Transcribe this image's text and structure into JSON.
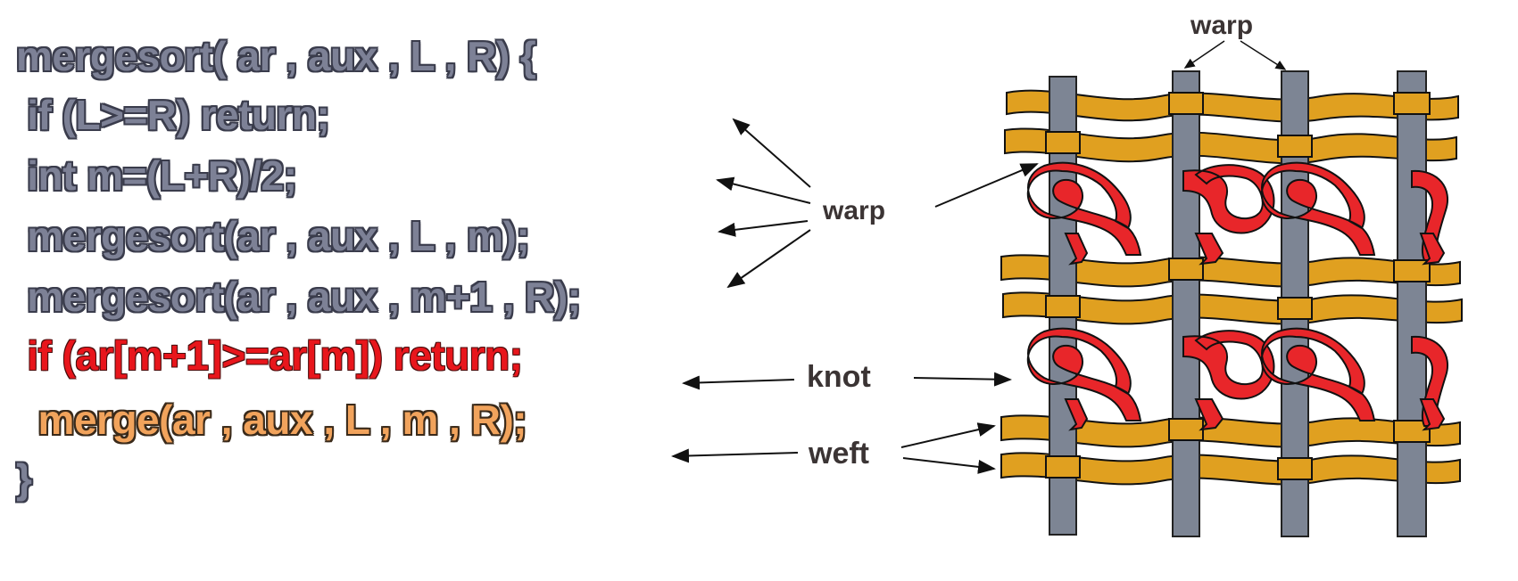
{
  "code": {
    "lines": [
      "mergesort( ar , aux , L , R) {",
      " if (L>=R) return;",
      " int m=(L+R)/2;",
      " mergesort(ar , aux , L , m);",
      " mergesort(ar , aux , m+1 , R);",
      " if (ar[m+1]>=ar[m]) return;",
      "  merge(ar , aux , L , m , R);",
      "}"
    ]
  },
  "labels": {
    "warp_top": "warp",
    "warp_side": "warp",
    "knot": "knot",
    "weft": "weft"
  },
  "colors": {
    "code_text": "#7d8196",
    "code_highlight": "#e8161c",
    "code_merge": "#f1a35c",
    "warp_thread": "#7d8594",
    "weft_thread": "#e0a020",
    "knot": "#e8262a",
    "label_text": "#3b3434"
  }
}
